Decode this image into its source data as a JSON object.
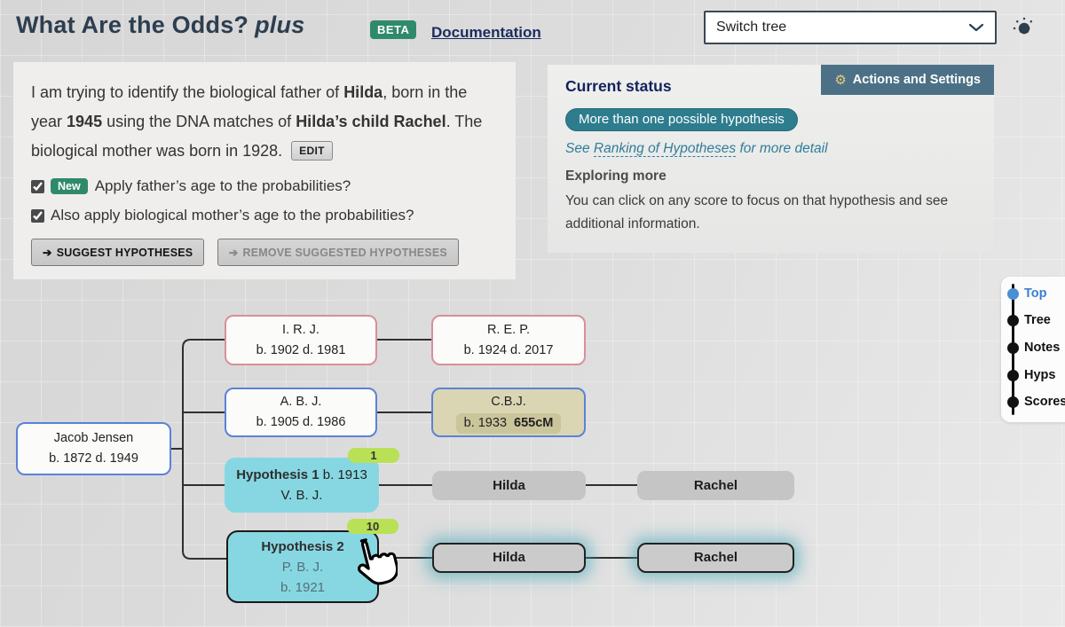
{
  "header": {
    "title": "What Are the Odds?",
    "title_suffix": "plus",
    "beta_badge": "BETA",
    "documentation_link": "Documentation",
    "switch_tree_value": "Switch tree"
  },
  "setup_panel": {
    "intro": {
      "s1": "I am trying to identify the biological father of ",
      "s2": "Hilda",
      "s3": ", born in the year ",
      "s4": "1945",
      "s5": " using the DNA matches of ",
      "s6": "Hilda’s child Rachel",
      "s7": ". The biological mother was born in 1928."
    },
    "edit_button": "EDIT",
    "father_age": {
      "checked": true,
      "new_badge": "New",
      "label": "Apply father’s age to the probabilities?"
    },
    "mother_age": {
      "checked": true,
      "label": "Also apply biological mother’s age to the probabilities?"
    },
    "suggest_button": {
      "arrow": "➔",
      "label": "SUGGEST HYPOTHESES"
    },
    "remove_button": {
      "arrow": "➔",
      "label": "REMOVE SUGGESTED HYPOTHESES"
    }
  },
  "status_panel": {
    "heading": "Current status",
    "actions_button": {
      "gear": "⚙",
      "label": "Actions and Settings"
    },
    "status_pill": "More than one possible hypothesis",
    "ranking_line": {
      "s1": "See ",
      "link": "Ranking of Hypotheses",
      "s2": " for more detail"
    },
    "exploring_heading": "Exploring more",
    "exploring_text": "You can click on any score to focus on that hypothesis and see additional information."
  },
  "tree": {
    "root": {
      "name": "Jacob Jensen",
      "dates": "b. 1872 d. 1949"
    },
    "row1": {
      "person": {
        "name": "I. R. J.",
        "dates": "b. 1902 d. 1981"
      },
      "spouse": {
        "name": "R. E. P.",
        "dates": "b. 1924 d. 2017"
      }
    },
    "row2": {
      "person": {
        "name": "A. B. J.",
        "dates": "b. 1905 d. 1986"
      },
      "match": {
        "name": "C.B.J.",
        "birth": "b. 1933",
        "cm": "655cM"
      }
    },
    "hyp1": {
      "title": "Hypothesis 1",
      "birth": "b. 1913",
      "initials": "V. B. J.",
      "score": "1",
      "child": "Hilda",
      "grandchild": "Rachel"
    },
    "hyp2": {
      "title": "Hypothesis 2",
      "initials": "P. B. J.",
      "birth": "b. 1921",
      "score": "10",
      "child": "Hilda",
      "grandchild": "Rachel"
    }
  },
  "side_nav": {
    "items": [
      {
        "label": "Top",
        "active": true
      },
      {
        "label": "Tree",
        "active": false
      },
      {
        "label": "Notes",
        "active": false
      },
      {
        "label": "Hyps",
        "active": false
      },
      {
        "label": "Scores",
        "active": false
      }
    ]
  },
  "colors": {
    "accent_teal": "#2e7d8e",
    "slate_button": "#4c7186",
    "beta_green": "#2f8a6c",
    "score_green": "#b9e155",
    "hypothesis_cyan": "#87d7e2",
    "female_pink": "#d98f97",
    "male_blue": "#5b82d6",
    "match_khaki": "#dad6b4",
    "highlight_glow": "#3aa4b8"
  }
}
